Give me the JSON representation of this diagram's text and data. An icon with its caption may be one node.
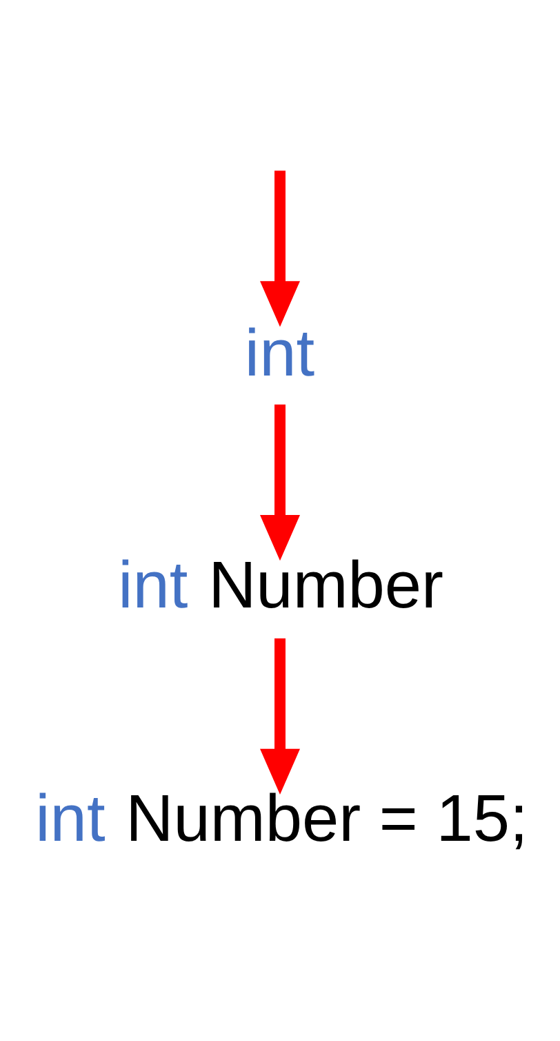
{
  "diagram": {
    "nodes": [
      {
        "text": [
          "int"
        ]
      },
      {
        "text": [
          "int Number"
        ]
      },
      {
        "text": [
          "int Number = 15;"
        ]
      }
    ],
    "edges": [
      {
        "from": null,
        "to": 0,
        "arrow": "to"
      },
      {
        "from": 0,
        "to": 1,
        "arrow": "to"
      },
      {
        "from": 1,
        "to": 2,
        "arrow": "to"
      }
    ]
  }
}
